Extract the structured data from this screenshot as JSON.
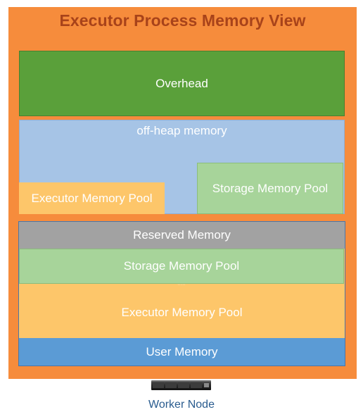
{
  "title": "Executor Process Memory View",
  "overhead": {
    "label": "Overhead"
  },
  "offheap": {
    "label": "off-heap memory",
    "executor_pool": "Executor Memory Pool",
    "storage_pool": "Storage Memory Pool"
  },
  "onheap": {
    "reserved": "Reserved Memory",
    "storage_pool": "Storage Memory Pool",
    "executor_pool": "Executor Memory Pool",
    "user_memory": "User Memory"
  },
  "node": {
    "label": "Worker Node",
    "icon": "server-icon"
  },
  "colors": {
    "frame": "#f68c3c",
    "title": "#a8431a",
    "overhead": "#5aa03a",
    "offheap": "#a6c4e6",
    "executor": "#fdc66a",
    "storage": "#a7d49a",
    "reserved": "#a2a2a2",
    "user": "#5b9bd5",
    "node_label": "#2a5c8f"
  }
}
